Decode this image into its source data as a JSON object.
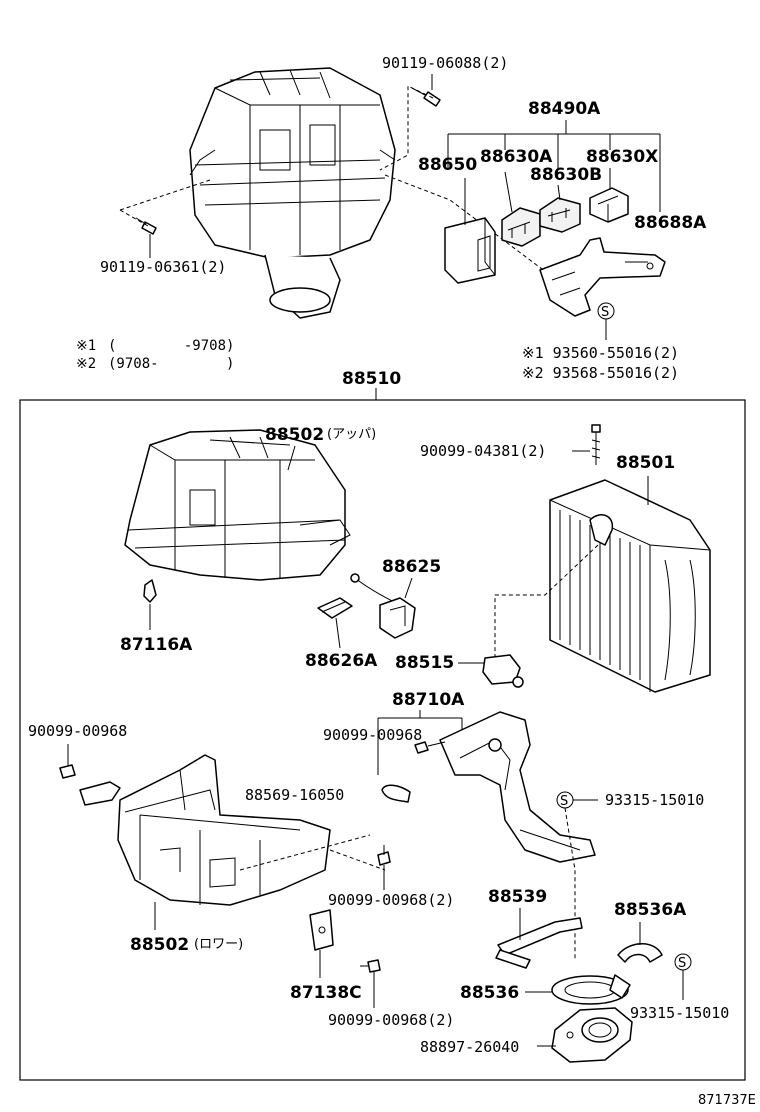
{
  "figure_ref": "871737E",
  "notes": [
    {
      "mark": "※1",
      "text": "(        -9708)"
    },
    {
      "mark": "※2",
      "text": "(9708-        )"
    }
  ],
  "outside_box": {
    "top_bolt": "90119-06088(2)",
    "left_bolt": "90119-06361(2)",
    "relay_group": "88490A",
    "amplifier": "88650",
    "relay_a": "88630A",
    "relay_b": "88630B",
    "relay_x": "88630X",
    "bracket": "88688A",
    "screw_1": "※1 93560-55016(2)",
    "screw_2": "※2 93568-55016(2)"
  },
  "assembly_label": "88510",
  "inside_box": {
    "upper_case": "88502",
    "upper_case_note": "(アッパ)",
    "sensor": "88625",
    "sensor_clip": "88626A",
    "clip": "87116A",
    "evap_screw": "90099-04381(2)",
    "evaporator": "88501",
    "exp_valve": "88515",
    "tube_group": "88710A",
    "screw_left": "90099-00968",
    "screw_tube": "90099-00968",
    "clamp": "88569-16050",
    "o_ring_1": "93315-15010",
    "screw_case": "90099-00968(2)",
    "lower_case": "88502",
    "lower_case_note": "(ロワー)",
    "bracket_c": "87138C",
    "screw_bottom": "90099-00968(2)",
    "tube_b": "88539",
    "clamp_a": "88536A",
    "clamp_b": "88536",
    "o_ring_2": "93315-15010",
    "grommet": "88897-26040"
  }
}
